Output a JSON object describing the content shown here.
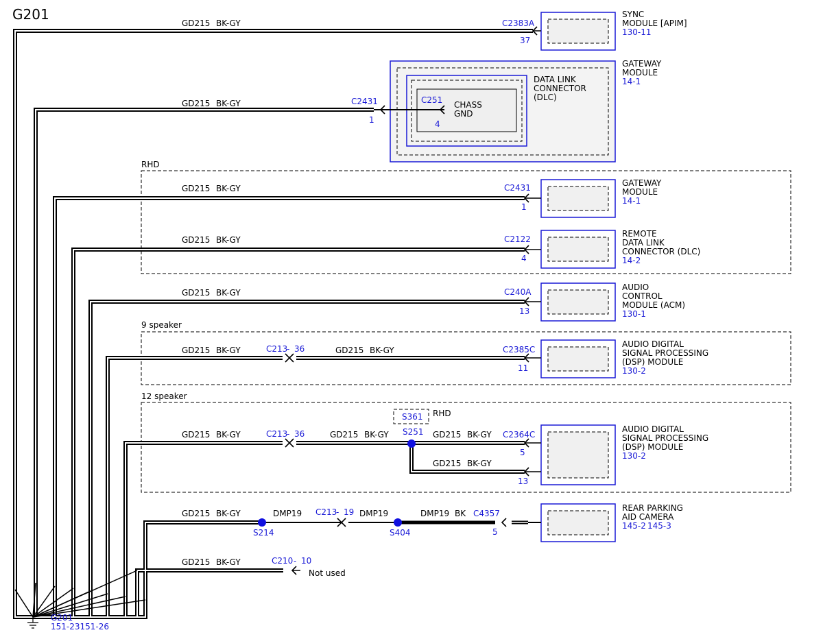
{
  "ground": {
    "title": "G201",
    "bottom_label": "G201",
    "bottom_ref": "151-23151-26"
  },
  "wire": {
    "name": "GD215",
    "color": "BK-GY"
  },
  "modules": {
    "sync": {
      "line1": "SYNC",
      "line2": "MODULE [APIM]",
      "ref": "130-11",
      "connector": "C2383A",
      "pin": "37"
    },
    "gateway_top": {
      "line1": "GATEWAY",
      "line2": "MODULE",
      "ref": "14-1",
      "connector": "C2431",
      "pin": "1"
    },
    "dlc": {
      "line1": "DATA LINK",
      "line2": "CONNECTOR",
      "line3": "(DLC)"
    },
    "chass": {
      "connector": "C251",
      "pin": "4",
      "line1": "CHASS",
      "line2": "GND"
    },
    "gateway_rhd": {
      "line1": "GATEWAY",
      "line2": "MODULE",
      "ref": "14-1",
      "connector": "C2431",
      "pin": "1"
    },
    "remote_dlc": {
      "line1": "REMOTE",
      "line2": "DATA LINK",
      "line3": "CONNECTOR (DLC)",
      "ref": "14-2",
      "connector": "C2122",
      "pin": "4"
    },
    "acm": {
      "line1": "AUDIO",
      "line2": "CONTROL",
      "line3": "MODULE (ACM)",
      "ref": "130-1",
      "connector": "C240A",
      "pin": "13"
    },
    "dsp9": {
      "line1": "AUDIO DIGITAL",
      "line2": "SIGNAL PROCESSING",
      "line3": "(DSP) MODULE",
      "ref": "130-2",
      "connector": "C2385C",
      "pin": "11"
    },
    "dsp12": {
      "line1": "AUDIO DIGITAL",
      "line2": "SIGNAL PROCESSING",
      "line3": "(DSP) MODULE",
      "ref": "130-2",
      "connector": "C2364C",
      "pin_a": "5",
      "pin_b": "13"
    },
    "camera": {
      "line1": "REAR PARKING",
      "line2": "AID CAMERA",
      "ref_a": "145-2",
      "ref_b": "145-3",
      "connector": "C4357",
      "pin": "5"
    }
  },
  "groups": {
    "rhd": "RHD",
    "nine_speaker": "9 speaker",
    "twelve_speaker": "12 speaker",
    "s361_rhd": "RHD"
  },
  "inline": {
    "c213_36": {
      "connector": "C213",
      "pin": "36"
    },
    "c213_19": {
      "connector": "C213",
      "pin": "19"
    },
    "c210_10": {
      "connector": "C210",
      "pin": "10",
      "note": "Not used"
    }
  },
  "splices": {
    "s251": "S251",
    "s361": "S361",
    "s214": "S214",
    "s404": "S404"
  },
  "dmp": {
    "name": "DMP19",
    "color": "BK"
  }
}
